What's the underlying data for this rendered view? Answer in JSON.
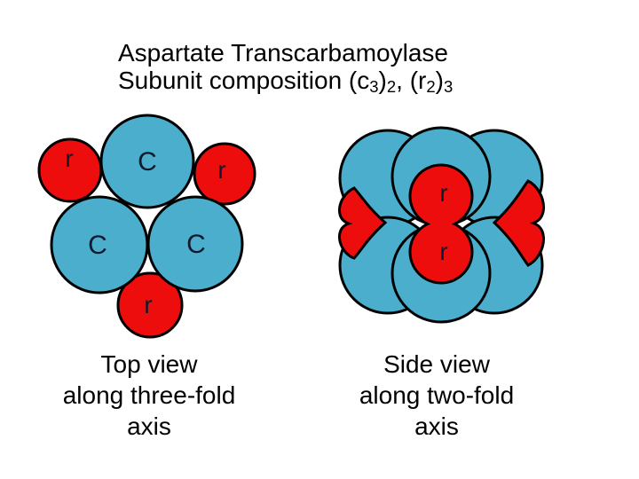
{
  "title": {
    "line1": "Aspartate Transcarbamoylase",
    "line2_segments": [
      "Subunit composition (c",
      "3",
      ")",
      "2",
      ", (r",
      "2",
      ")",
      "3"
    ]
  },
  "left_diagram": {
    "caption": [
      "Top view",
      "along three-fold",
      "axis"
    ],
    "catalytic_label": "C",
    "regulatory_label": "r"
  },
  "right_diagram": {
    "caption": [
      "Side view",
      "along two-fold",
      "axis"
    ],
    "regulatory_label": "r"
  },
  "colors": {
    "catalytic_blue": "#4BAECD",
    "regulatory_red": "#EE0D0D",
    "outline_black": "#000000",
    "label_dark": "#10182B",
    "background": "#FFFFFF"
  }
}
